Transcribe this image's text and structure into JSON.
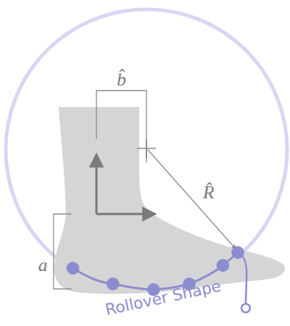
{
  "diagram": {
    "labels": [
      "b̂",
      "R̂",
      "a",
      "Rollover Shape"
    ]
  }
}
